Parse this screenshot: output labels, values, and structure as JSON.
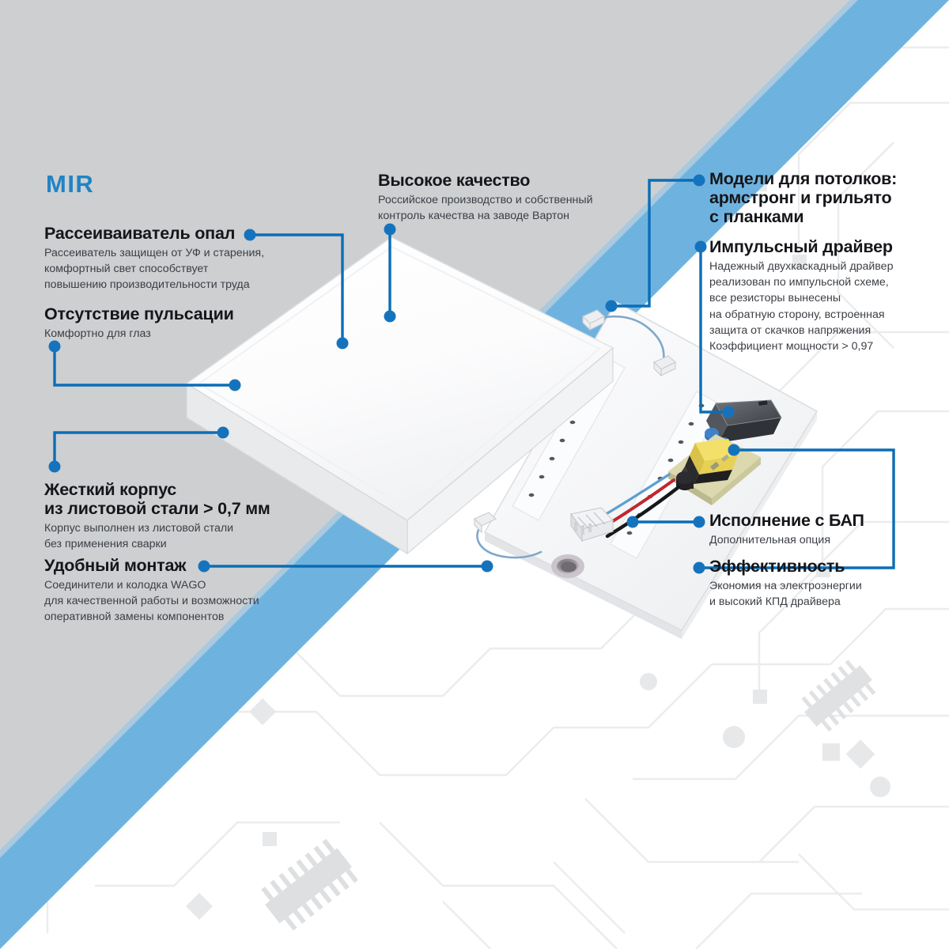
{
  "brand": {
    "name": "MIR",
    "color": "#2183c4"
  },
  "theme": {
    "accent": "#0c6db5",
    "band_blue": "#6eb3e0",
    "band_gray": "#cdcfd1",
    "heading_color": "#15161a",
    "body_color": "#3b3f45",
    "trace_color": "#ebecee"
  },
  "features": [
    {
      "id": "diffuser",
      "title": "Рассеиваивательопал",
      "title_display": "Рассеиваивательопал",
      "heading": "Рассеиваиватель опал",
      "body": "Рассеиватель защищен от УФ и старения,\nкомфортный свет способствует\nповышению производительности труда"
    },
    {
      "id": "no-flicker",
      "heading": "Отсутствие пульсации",
      "body": "Комфортно для глаз"
    },
    {
      "id": "rigid-body",
      "heading": "Жесткий корпус\nиз листовой стали > 0,7 мм",
      "body": "Корпус выполнен из листовой стали\nбез применения сварки"
    },
    {
      "id": "easy-mount",
      "heading": "Удобный монтаж",
      "body": "Соединители и колодка WAGO\nдля качественной работы и возможности\nоперативной замены компонентов"
    },
    {
      "id": "high-quality",
      "heading": "Высокое качество",
      "body": "Российское производство и собственный\nконтроль качества на заводе Вартон"
    },
    {
      "id": "ceiling-models",
      "heading": "Модели для потолков:\nармстронг и грильято\nс планками",
      "body": ""
    },
    {
      "id": "pulse-driver",
      "heading": "Импульсный драйвер",
      "body": "Надежный двухкаскадный драйвер\nреализован по импульсной схеме,\nвсе резисторы вынесены\nна обратную сторону, встроенная\nзащита от скачков напряжения\nКоэффициент мощности > 0,97"
    },
    {
      "id": "bap",
      "heading": "Исполнение с БАП",
      "body": "Дополнительная опция"
    },
    {
      "id": "efficiency",
      "heading": "Эффективность",
      "body": "Экономия на электроэнергии\nи высокий КПД драйвера"
    }
  ],
  "product": {
    "name": "led-panel-exploded-view",
    "parts": [
      "opal-diffuser-panel",
      "steel-housing-base",
      "led-strip-board",
      "pulse-driver-module",
      "emergency-battery-unit",
      "wago-connector",
      "cable-grommet"
    ]
  }
}
